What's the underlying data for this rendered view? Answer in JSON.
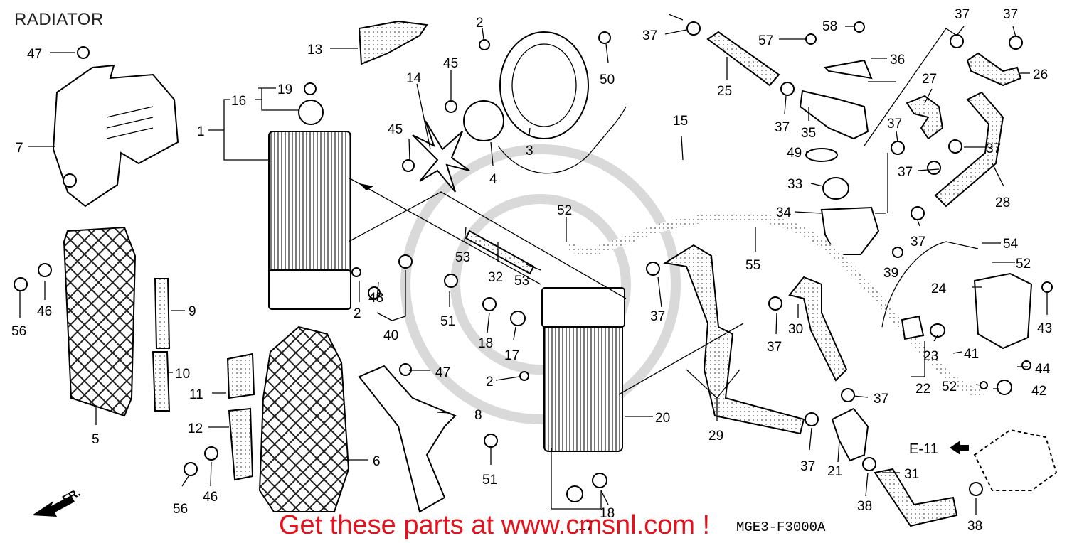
{
  "header": {
    "title": "RADIATOR"
  },
  "footer": {
    "promo": "Get these parts at www.cmsnl.com !",
    "diagram_code": "MGE3-F3000A"
  },
  "reference": {
    "label": "E-11"
  },
  "orientation": {
    "label": "FR."
  },
  "callouts": {
    "c47a": "47",
    "c7": "7",
    "c13": "13",
    "c16": "16",
    "c19": "19",
    "c1": "1",
    "c2a": "2",
    "c14": "14",
    "c45a": "45",
    "c45b": "45",
    "c3": "3",
    "c4": "4",
    "c50": "50",
    "c37a": "37",
    "c57": "57",
    "c58": "58",
    "c36": "36",
    "c25": "25",
    "c37b": "37",
    "c35": "35",
    "c37c": "37",
    "c37d": "37",
    "c26": "26",
    "c27": "27",
    "c37e": "37",
    "c37f": "37",
    "c37g": "37",
    "c15": "15",
    "c49": "49",
    "c33": "33",
    "c34": "34",
    "c28": "28",
    "c37h": "37",
    "c52a": "52",
    "c53a": "53",
    "c32": "32",
    "c53b": "53",
    "c55": "55",
    "c54": "54",
    "c52b": "52",
    "c39": "39",
    "c9": "9",
    "c46a": "46",
    "c56a": "56",
    "c2b": "2",
    "c48": "48",
    "c40": "40",
    "c51a": "51",
    "c18a": "18",
    "c17a": "17",
    "c37i": "37",
    "c37j": "37",
    "c30": "30",
    "c24": "24",
    "c43": "43",
    "c23": "23",
    "c41": "41",
    "c22": "22",
    "c44": "44",
    "c52c": "52",
    "c42": "42",
    "c10": "10",
    "c11": "11",
    "c47b": "47",
    "c2c": "2",
    "c8": "8",
    "c20": "20",
    "c5": "5",
    "c12": "12",
    "c6": "6",
    "c29": "29",
    "c37k": "37",
    "c51b": "51",
    "c17b": "17",
    "c18b": "18",
    "c37l": "37",
    "c21": "21",
    "c31": "31",
    "c56b": "56",
    "c46b": "46",
    "c38a": "38",
    "c38b": "38"
  }
}
